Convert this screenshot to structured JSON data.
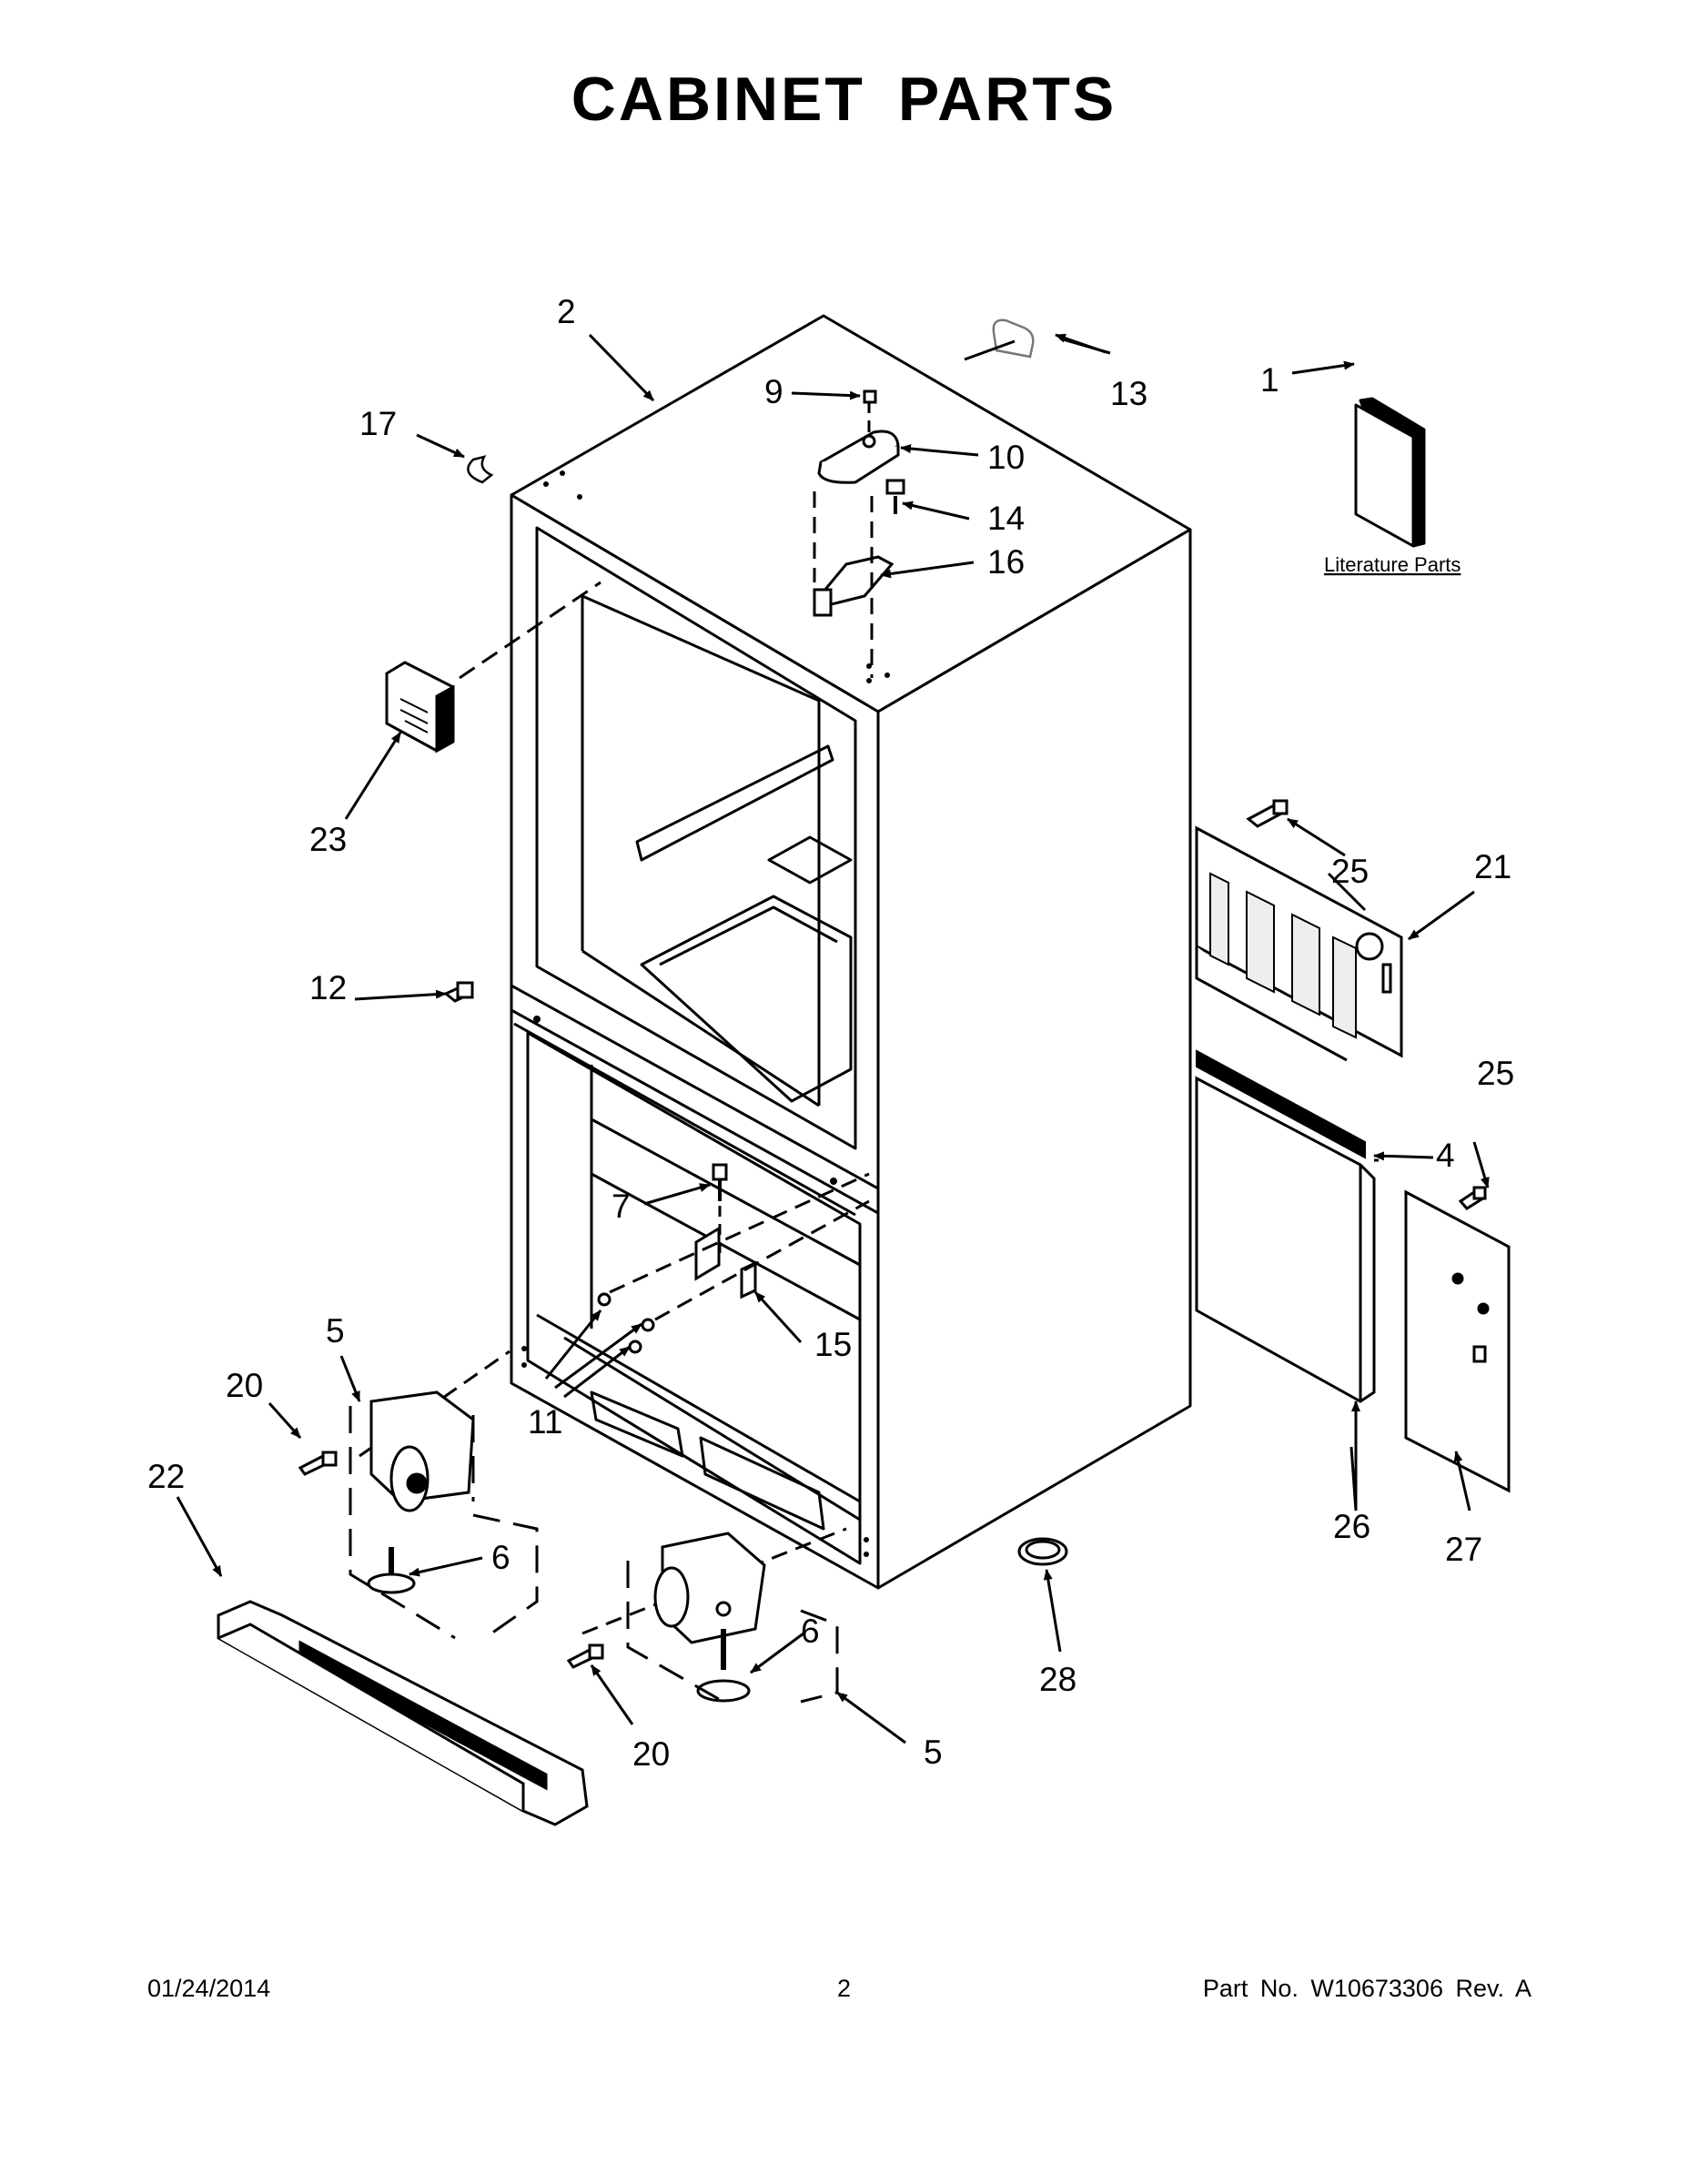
{
  "page": {
    "title": "CABINET PARTS",
    "date": "01/24/2014",
    "page_number": "2",
    "part_number": "Part No.  W10673306  Rev.  A"
  },
  "diagram": {
    "literature_label": "Literature Parts",
    "callouts": [
      "1",
      "2",
      "4",
      "5",
      "5",
      "6",
      "6",
      "7",
      "9",
      "10",
      "11",
      "12",
      "13",
      "14",
      "15",
      "16",
      "17",
      "20",
      "20",
      "21",
      "22",
      "23",
      "25",
      "25",
      "26",
      "27",
      "28"
    ]
  }
}
